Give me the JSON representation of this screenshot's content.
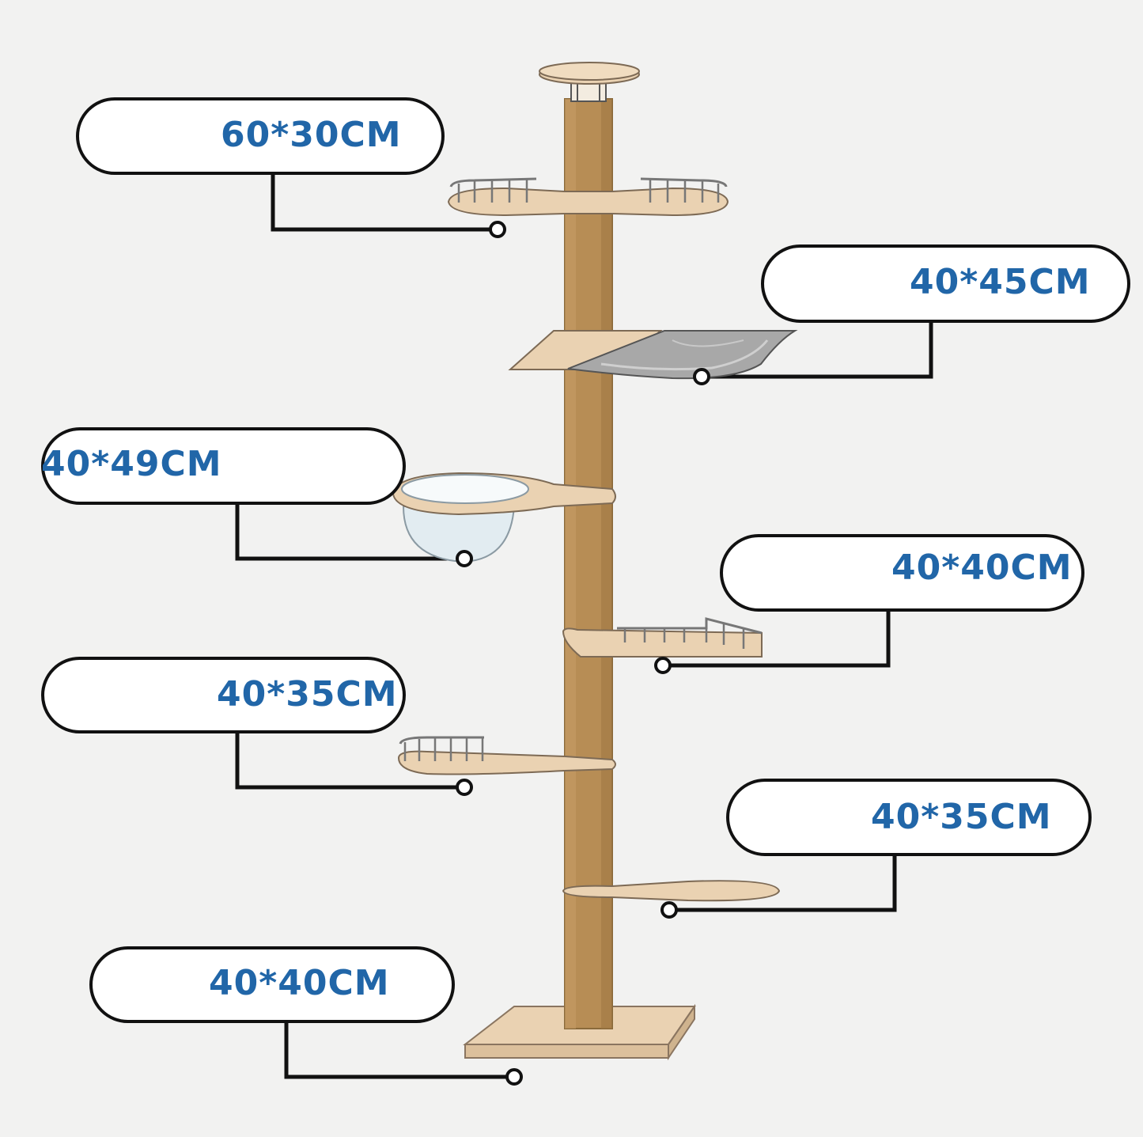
{
  "diagram": {
    "title": "",
    "text_color": "#2166a8",
    "line_color": "#111111",
    "wood_color": "#ead2b2",
    "post_color": "#b78d55",
    "labels": [
      {
        "id": "top-platform",
        "text": "60*30CM"
      },
      {
        "id": "hammock",
        "text": "40*45CM"
      },
      {
        "id": "space-capsule",
        "text": "40*49CM"
      },
      {
        "id": "railed-step-right",
        "text": "40*40CM"
      },
      {
        "id": "railed-step-left",
        "text": "40*35CM"
      },
      {
        "id": "oval-step",
        "text": "40*35CM"
      },
      {
        "id": "base",
        "text": "40*40CM"
      }
    ]
  }
}
